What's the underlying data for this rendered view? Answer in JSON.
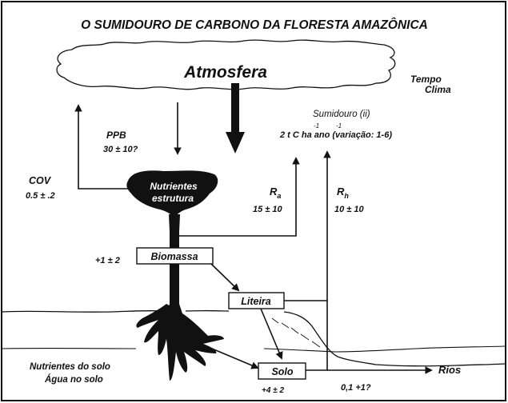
{
  "title": "O SUMIDOURO DE CARBONO DA FLORESTA AMAZÔNICA",
  "atmosphere": "Atmosfera",
  "tempo": "Tempo",
  "clima": "Clima",
  "ppb": {
    "label": "PPB",
    "value": "30 ± 10?"
  },
  "cov": {
    "label": "COV",
    "value": "0.5 ± .2"
  },
  "sink": {
    "label": "Sumidouro (ii)",
    "value": "2 t C ha ano (variação: 1-6)",
    "sup1": "-1",
    "sup2": "-1"
  },
  "canopy": {
    "line1": "Nutrientes",
    "line2": "estrutura"
  },
  "ra": {
    "label": "R",
    "sub": "a",
    "value": "15 ± 10"
  },
  "rh": {
    "label": "R",
    "sub": "h",
    "value": "10 ± 10"
  },
  "biomassa": {
    "label": "Biomassa",
    "delta": "+1 ± 2"
  },
  "liteira": {
    "label": "Liteira"
  },
  "solo": {
    "label": "Solo",
    "delta": "+4 ± 2"
  },
  "soil_nutrients": {
    "line1": "Nutrientes do solo",
    "line2": "Água no solo"
  },
  "rios": {
    "label": "Rios",
    "value": "0,1 +1?"
  }
}
